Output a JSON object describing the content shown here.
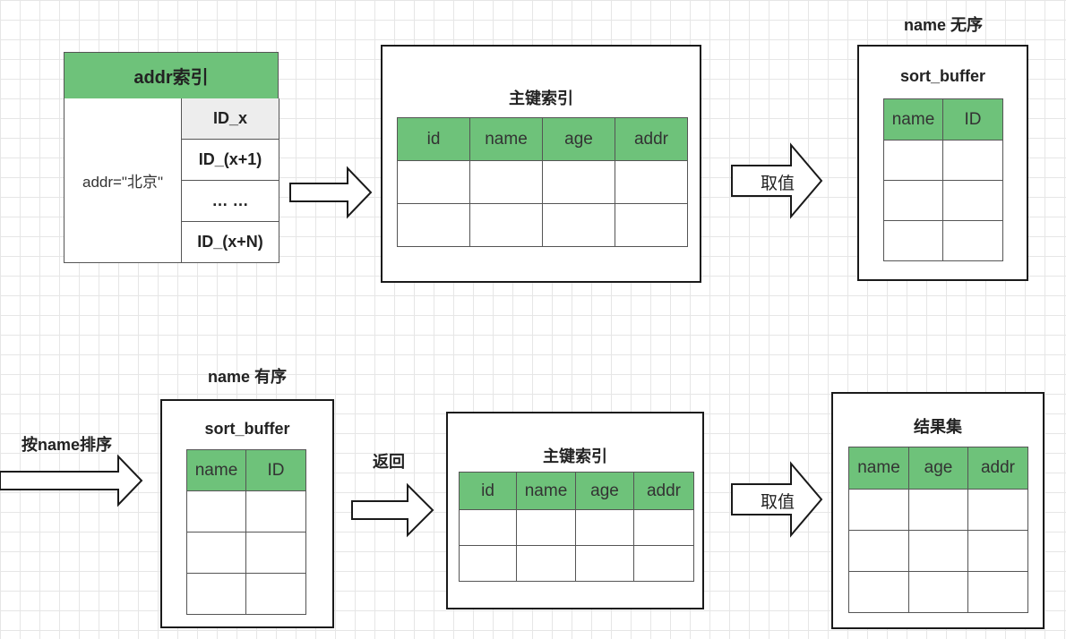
{
  "colors": {
    "header_green": "#6ec27a",
    "border": "#1a1a1a",
    "grid": "#e6e6e6"
  },
  "addr_index": {
    "title": "addr索引",
    "condition": "addr=\"北京\"",
    "ids": [
      "ID_x",
      "ID_(x+1)",
      "… …",
      "ID_(x+N)"
    ]
  },
  "primary_index_top": {
    "title": "主键索引",
    "columns": [
      "id",
      "name",
      "age",
      "addr"
    ],
    "rows": [
      [
        "",
        "",
        "",
        ""
      ],
      [
        "",
        "",
        "",
        ""
      ]
    ]
  },
  "arrow_fetch_top": {
    "label": "取值",
    "icon": "right-arrow-icon"
  },
  "sort_buffer_top": {
    "caption": "name 无序",
    "title": "sort_buffer",
    "columns": [
      "name",
      "ID"
    ],
    "rows": [
      [
        "",
        ""
      ],
      [
        "",
        ""
      ],
      [
        "",
        ""
      ]
    ]
  },
  "sort_label": "按name排序",
  "sort_buffer_bottom": {
    "caption": "name 有序",
    "title": "sort_buffer",
    "columns": [
      "name",
      "ID"
    ],
    "rows": [
      [
        "",
        ""
      ],
      [
        "",
        ""
      ],
      [
        "",
        ""
      ]
    ]
  },
  "return_label": "返回",
  "primary_index_bottom": {
    "title": "主键索引",
    "columns": [
      "id",
      "name",
      "age",
      "addr"
    ],
    "rows": [
      [
        "",
        "",
        "",
        ""
      ],
      [
        "",
        "",
        "",
        ""
      ]
    ]
  },
  "arrow_fetch_bottom": {
    "label": "取值",
    "icon": "right-arrow-icon"
  },
  "result_set": {
    "title": "结果集",
    "columns": [
      "name",
      "age",
      "addr"
    ],
    "rows": [
      [
        "",
        "",
        ""
      ],
      [
        "",
        "",
        ""
      ],
      [
        "",
        "",
        ""
      ]
    ]
  }
}
